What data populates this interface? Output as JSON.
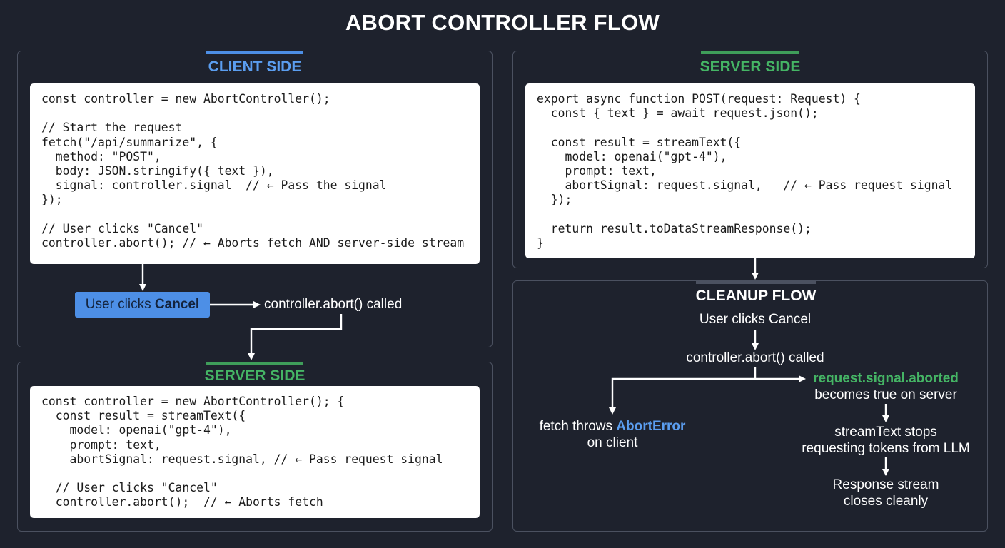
{
  "title": "ABORT CONTROLLER FLOW",
  "colors": {
    "background": "#1e222d",
    "client_accent": "#4d8fe6",
    "server_accent": "#3f9d5a",
    "cleanup_accent": "#4b5160",
    "highlight_blue": "#5b9ef0",
    "highlight_green": "#45b565"
  },
  "client_panel": {
    "label": "CLIENT SIDE",
    "code": [
      "const controller = new AbortController();",
      "",
      "// Start the request",
      "fetch(\"/api/summarize\", {",
      "  method: \"POST\",",
      "  body: JSON.stringify({ text }),",
      "  signal: controller.signal  // ← Pass the signal",
      "});",
      "",
      "// User clicks \"Cancel\"",
      "controller.abort(); // ← Aborts fetch AND server-side stream"
    ],
    "button_prefix": "User clicks",
    "button_bold": "Cancel",
    "abort_called": "controller.abort() called"
  },
  "server_panel_bottom": {
    "label": "SERVER SIDE",
    "code": [
      "const controller = new AbortController(); {",
      "  const result = streamText({",
      "    model: openai(\"gpt-4\"),",
      "    prompt: text,",
      "    abortSignal: request.signal, // ← Pass request signal",
      "",
      "  // User clicks \"Cancel\"",
      "  controller.abort();  // ← Aborts fetch"
    ]
  },
  "server_panel_top": {
    "label": "SERVER SIDE",
    "code": [
      "export async function POST(request: Request) {",
      "  const { text } = await request.json();",
      "",
      "  const result = streamText({",
      "    model: openai(\"gpt-4\"),",
      "    prompt: text,",
      "    abortSignal: request.signal,   // ← Pass request signal",
      "  });",
      "",
      "  return result.toDataStreamResponse();",
      "}"
    ]
  },
  "cleanup_panel": {
    "label": "CLEANUP FLOW",
    "step1": "User clicks Cancel",
    "step2": "controller.abort() called",
    "left_prefix": "fetch throws",
    "left_highlight": "AbortError",
    "left_suffix": "on client",
    "right_highlight": "request.signal.aborted",
    "right_suffix": "becomes true on server",
    "stream_line1": "streamText stops",
    "stream_line2": "requesting tokens from LLM",
    "response_line1": "Response stream",
    "response_line2": "closes cleanly"
  }
}
